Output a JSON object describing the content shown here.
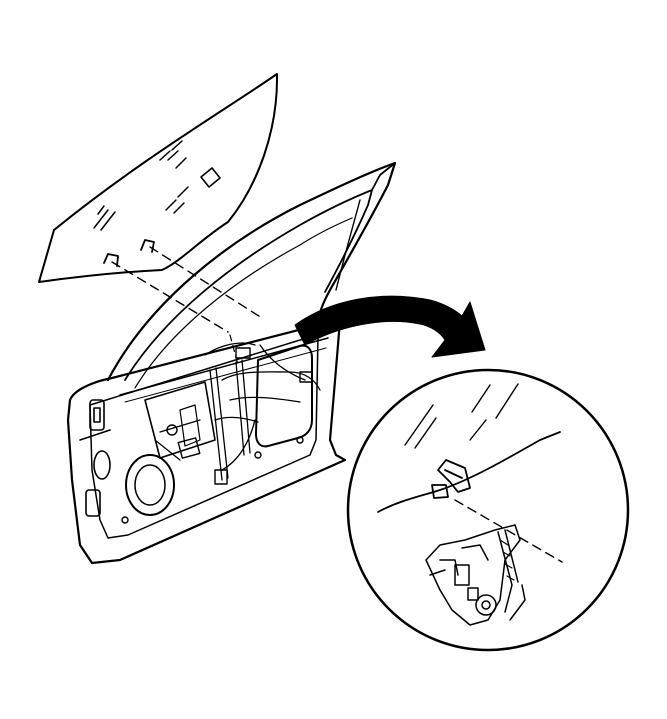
{
  "figure": {
    "kind": "technical line illustration",
    "parts": [
      "window-glass",
      "door-assembly",
      "window-regulator-clip",
      "detail-arrow",
      "detail-circle"
    ],
    "colors": {
      "line": "#000000",
      "background": "#ffffff"
    }
  }
}
